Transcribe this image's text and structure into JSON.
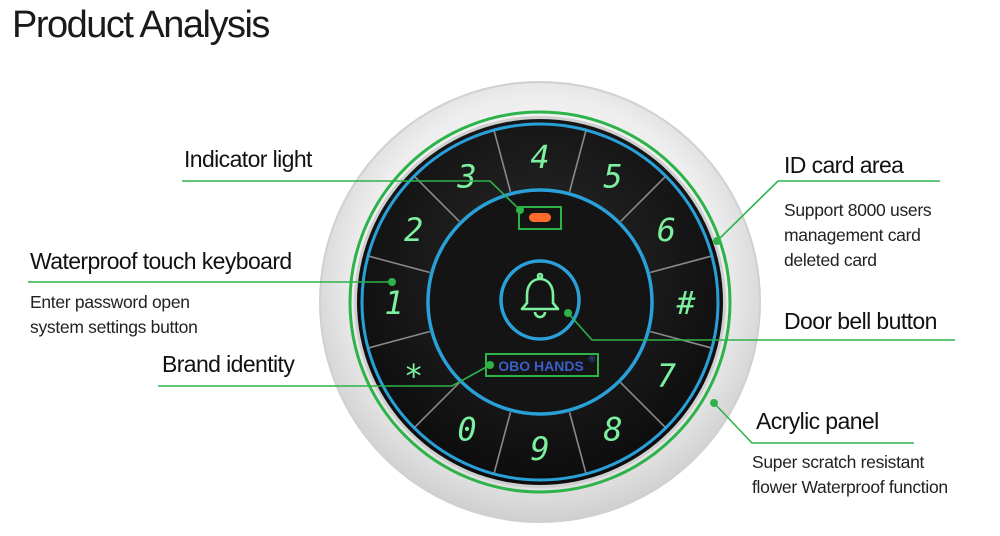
{
  "title": "Product Analysis",
  "brand": {
    "text": "OBO HANDS",
    "mark": "®"
  },
  "keys": [
    "1",
    "2",
    "3",
    "4",
    "5",
    "6",
    "#",
    "7",
    "8",
    "9",
    "0",
    "*"
  ],
  "callouts": {
    "indicator_light": {
      "label": "Indicator light"
    },
    "id_card_area": {
      "label": "ID card area",
      "lines": [
        "Support 8000 users",
        "management card",
        "deleted card"
      ]
    },
    "waterproof_keyboard": {
      "label": "Waterproof touch keyboard",
      "lines": [
        "Enter password open",
        "system settings button"
      ]
    },
    "door_bell": {
      "label": "Door bell button"
    },
    "brand_identity": {
      "label": "Brand identity"
    },
    "acrylic_panel": {
      "label": "Acrylic panel",
      "lines": [
        "Super scratch resistant",
        "flower Waterproof function"
      ]
    }
  },
  "colors": {
    "callout_green": "#2db34a",
    "key_green": "#7df0a0",
    "ring_blue": "#2aa0d8",
    "indicator": "#ff6a2a",
    "brand_text": "#3a5fc8"
  },
  "icons": {
    "bell": "bell-icon"
  }
}
